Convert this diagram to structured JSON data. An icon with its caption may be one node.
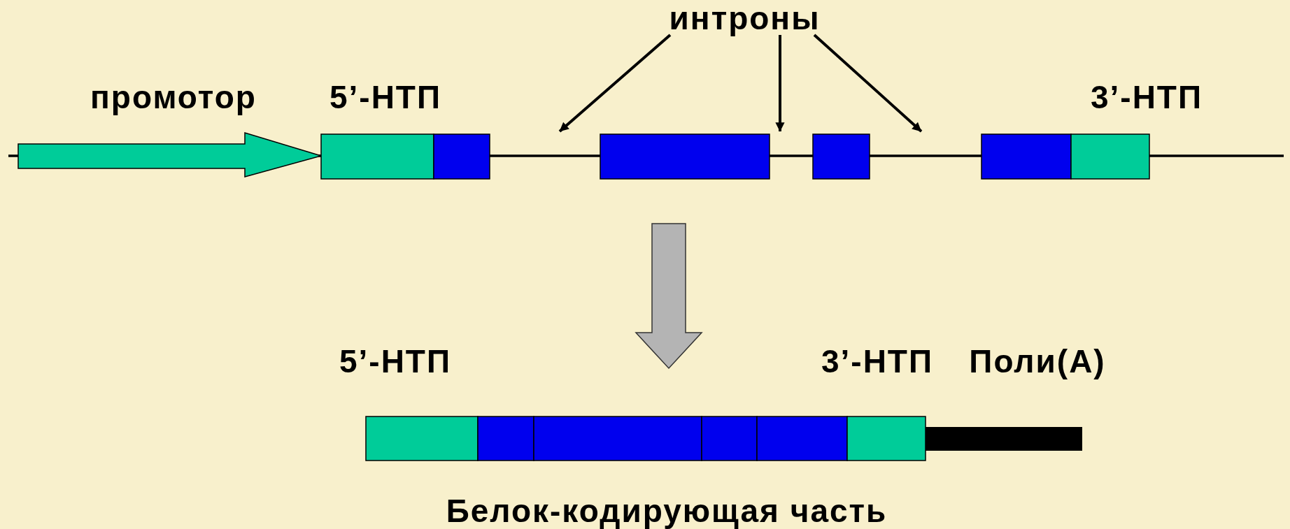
{
  "diagram": {
    "nodes": [
      {
        "text": [
          "интроны"
        ]
      },
      {
        "text": [],
        "shape": "bar",
        "beside": [
          "промотор",
          "5’-НТП",
          "3’-НТП"
        ]
      },
      {
        "text": [],
        "shape": "bar",
        "beside": [
          "5’-НТП",
          "3’-НТП",
          "Поли(А)",
          "Белок-кодирующая часть"
        ]
      }
    ],
    "edges": [
      {
        "from": 0,
        "to": 1,
        "arrow": "to"
      },
      {
        "from": 0,
        "to": 1,
        "arrow": "to"
      },
      {
        "from": 0,
        "to": 1,
        "arrow": "to"
      },
      {
        "from": 1,
        "to": 2,
        "arrow": "to",
        "style": "thick",
        "color": "#b4b4b4"
      }
    ]
  }
}
